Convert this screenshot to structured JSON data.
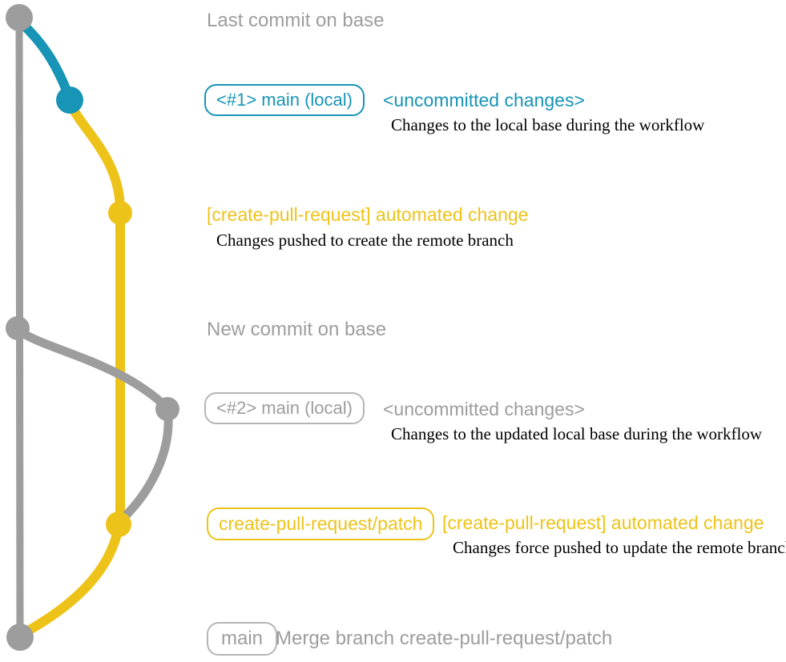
{
  "colors": {
    "gray": "#9d9d9d",
    "teal": "#1794b6",
    "yellow": "#eec319",
    "black": "#000000"
  },
  "graph": {
    "base_branch": "base (main) line",
    "commits": [
      "last-commit-on-base",
      "local-uncommitted-1",
      "automated-change-1",
      "new-commit-on-base",
      "local-uncommitted-2",
      "automated-change-2",
      "merge-commit"
    ]
  },
  "annotations": {
    "row1_title": "Last commit on base",
    "row2_badge": "<#1> main (local)",
    "row2_label": "<uncommitted changes>",
    "row2_desc": "Changes to the local base during the workflow",
    "row3_label": "[create-pull-request] automated change",
    "row3_desc": "Changes pushed to create the remote branch",
    "row4_title": "New commit on base",
    "row5_badge": "<#2> main (local)",
    "row5_label": "<uncommitted changes>",
    "row5_desc": "Changes to the updated local base during the workflow",
    "row6_badge": "create-pull-request/patch",
    "row6_label": "[create-pull-request] automated change",
    "row6_desc": "Changes force pushed to update the remote branch",
    "row7_badge": "main",
    "row7_label": "Merge branch create-pull-request/patch"
  }
}
